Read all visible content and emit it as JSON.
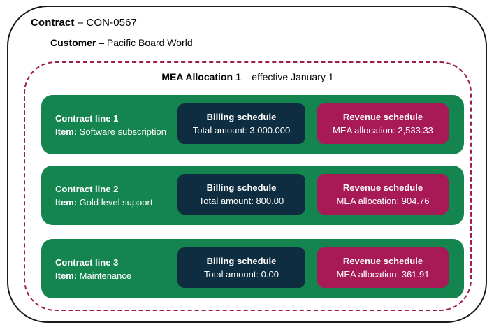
{
  "header": {
    "contract_label": "Contract",
    "contract_rest": " – CON-0567",
    "customer_label": "Customer",
    "customer_rest": " – Pacific Board World"
  },
  "mea": {
    "title_bold": "MEA Allocation 1",
    "title_rest": " – effective January 1"
  },
  "rows": [
    {
      "line_label": "Contract line 1",
      "item_label": "Item:",
      "item_value": " Software subscription",
      "billing_title": "Billing schedule",
      "billing_value_label": "Total amount: ",
      "billing_amount": "3,000.000",
      "revenue_title": "Revenue schedule",
      "revenue_value_label": "MEA allocation: ",
      "revenue_amount": "2,533.33"
    },
    {
      "line_label": "Contract line 2",
      "item_label": "Item:",
      "item_value": " Gold level support",
      "billing_title": "Billing schedule",
      "billing_value_label": "Total amount: ",
      "billing_amount": "800.00",
      "revenue_title": "Revenue schedule",
      "revenue_value_label": "MEA allocation: ",
      "revenue_amount": "904.76"
    },
    {
      "line_label": "Contract line 3",
      "item_label": "Item:",
      "item_value": " Maintenance",
      "billing_title": "Billing schedule",
      "billing_value_label": "Total amount: ",
      "billing_amount": "0.00",
      "revenue_title": "Revenue schedule",
      "revenue_value_label": "MEA allocation: ",
      "revenue_amount": "361.91"
    }
  ],
  "colors": {
    "green": "#15854F",
    "navy": "#0F2D40",
    "crimson": "#A71A55",
    "dash_border": "#9E1C4E",
    "outline": "#1A1A1A",
    "text_dark": "#000000",
    "text_light": "#FFFFFF"
  }
}
